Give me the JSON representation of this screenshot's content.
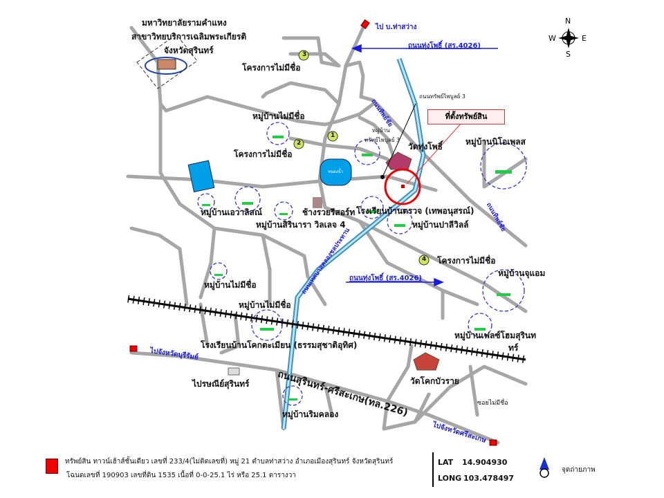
{
  "map": {
    "north_label": "N",
    "south_label": "S",
    "east_label": "E",
    "west_label": "W",
    "labels": {
      "university_1": "มหาวิทยาลัยรามคำแหง",
      "university_2": "สาขาวิทยบริการเฉลิมพระเกียรติ",
      "university_3": "จังหวัดสุรินทร์",
      "to_tha_sawang": "ไป บ.ท่าสว่าง",
      "thung_pho_road_top": "ถนนทุ่งโพธิ์ (สร.4026)",
      "unnamed_project_3": "โครงการไม่มีชื่อ",
      "sap_phaibun_road": "ถนนทรัพย์ไพบูลย์ 3",
      "thip_chai_road_1": "ถนนทิพย์ชัย",
      "thip_chai_road_2": "ถนนทิพย์ชัย",
      "property_location": "ที่ตั้งทรัพย์สิน",
      "unnamed_village_top": "หมู่บ้านไม่มีชื่อ",
      "sap_phaibun_village_1": "หมู่บ้าน",
      "sap_phaibun_village_2": "ทรัพย์ไพบูลย์ 3",
      "wat_thung_pho": "วัดทุ่งโพธิ์",
      "neo_place": "หมู่บ้านนิโอเพลส",
      "unnamed_project_2": "โครงการไม่มีชื่อ",
      "lake": "หนองน้ำ",
      "chang_ruai_resort": "ช้างรวยรีสอร์ท",
      "ava_village": "หมู่บ้านเอวาลิสณ์",
      "ban_truat_school": "โรงเรียนบ้านตรวจ (เทพอนุสรณ์)",
      "sirinara_village": "หมู่บ้านสิรินารา วิลเลจ 4",
      "pali_ville": "หมู่บ้านปาลีวิลล์",
      "unnamed_project_4": "โครงการไม่มีชื่อ",
      "thung_pho_road_bottom": "ถนนทุ่งโพธิ์ (สร.4026)",
      "ju_am_village": "หมู่บ้านจุแอม",
      "unnamed_village_left": "หมู่บ้านไม่มีชื่อ",
      "unnamed_village_mid": "หมู่บ้านไม่มีชื่อ",
      "canal_road": "ถนนเทศบาลคลองชลประทาน",
      "felx_home_1": "หมู่บ้านเฟลซ์โฮมสุรินท",
      "felx_home_2": "ทร์",
      "khok_tamian_school": "โรงเรียนบ้านโคกตะเมียน (ธรรมสุชาติอุทิศ)",
      "to_buriram": "ไปจังหวัดบุรีรัมย์",
      "post_office": "ไปรษณีย์สุรินทร์",
      "surin_sisaket_road": "ถนนสุรินทร์-ศรีสะเกษ(ทล.226)",
      "wat_khok_bua_rai": "วัดโคกบัวราย",
      "unnamed_soi": "ซอยไม่มีชื่อ",
      "rim_khlong": "หมู่บ้านริมคลอง",
      "to_sisaket": "ไปจังหวัดศรีสะเกษ",
      "marker_1": "1",
      "marker_2": "2",
      "marker_3": "3",
      "marker_4": "4"
    }
  },
  "legend": {
    "property_line_1": "ทรัพย์สิน ทาวน์เฮ้าส์ชั้นเดียว เลขที่ 233/4(ไม่ติดเลขที่) หมู่ 21 ตำบลท่าสว่าง อำเภอเมืองสุรินทร์ จังหวัดสุรินทร์",
    "property_line_2": "โฉนดเลขที่ 190903 เลขที่ดิน 1535 เนื้อที่ 0-0-25.1 ไร่ หรือ 25.1 ตารางวา",
    "lat_label": "LAT",
    "lat_value": "14.904930",
    "long_label": "LONG",
    "long_value": "103.478497",
    "photo_point": "จุดถ่ายภาพ"
  },
  "colors": {
    "road": "#a6a6a6",
    "canal": "#5ab4d8",
    "blue_text": "#1a1ae0",
    "property": "#e00000",
    "village_ring": "#3333cc"
  }
}
